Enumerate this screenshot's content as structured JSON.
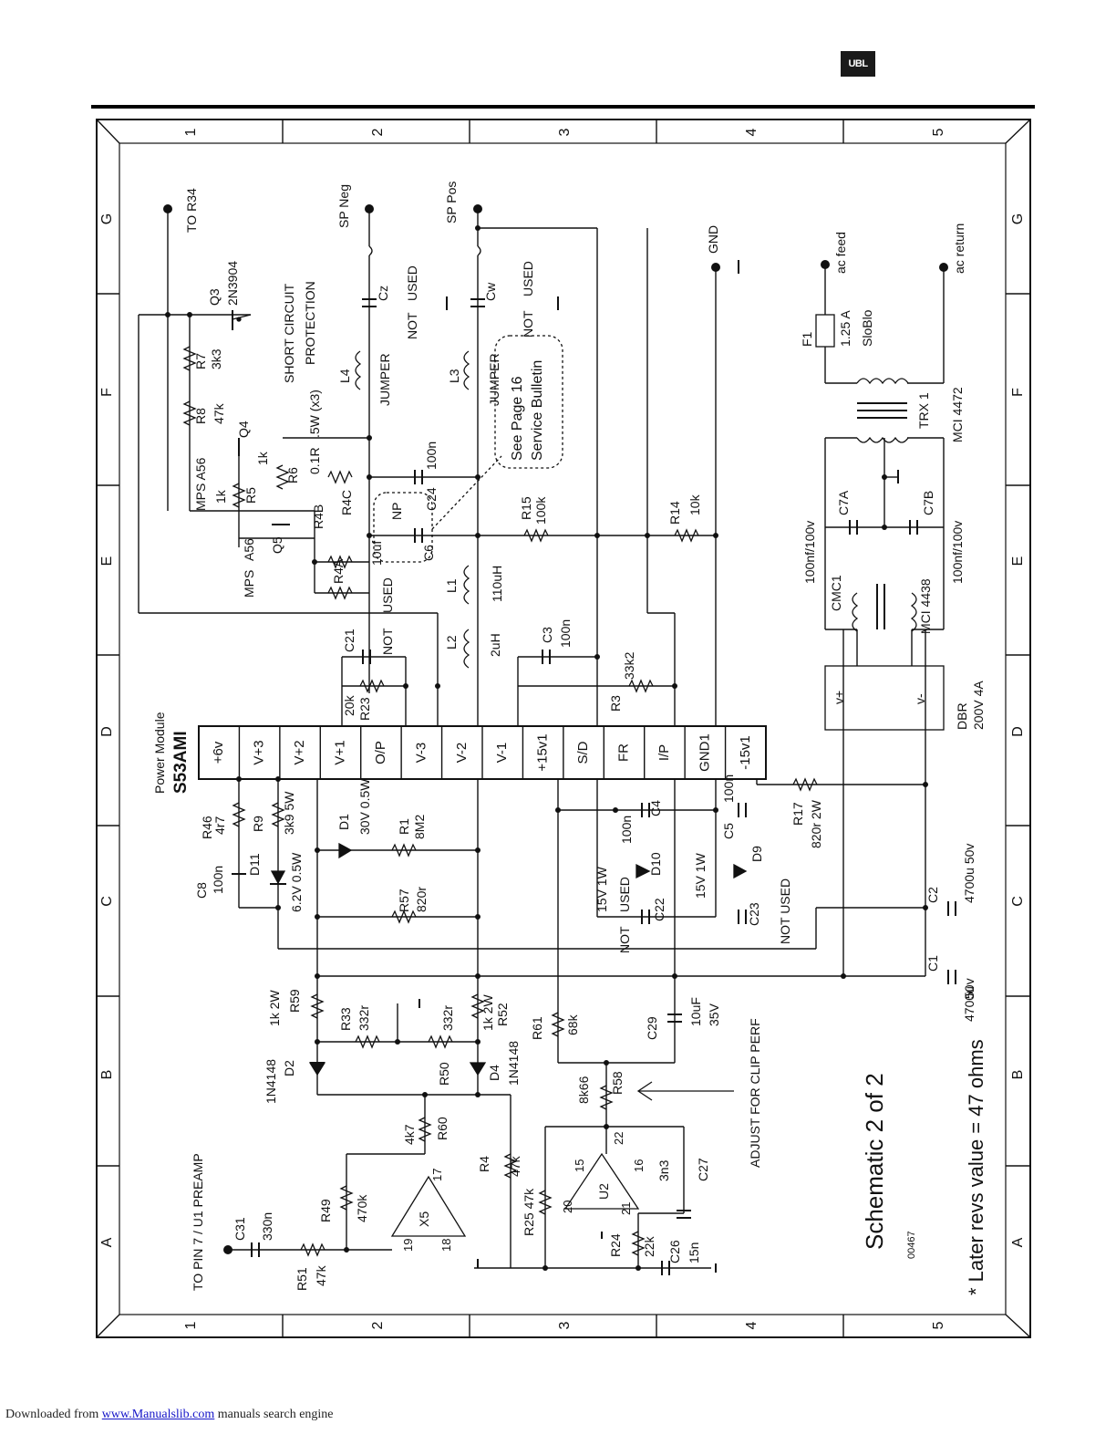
{
  "header": {
    "logo": "UBL"
  },
  "grid": {
    "cols": [
      "1",
      "2",
      "3",
      "4",
      "5"
    ],
    "rows": [
      "G",
      "F",
      "E",
      "D",
      "C",
      "B",
      "A"
    ]
  },
  "module": {
    "caption": "Power Module",
    "name": "S53AMI",
    "pins": [
      "+6v",
      "V+3",
      "V+2",
      "V+1",
      "O/P",
      "V-3",
      "V-2",
      "V-1",
      "+15v1",
      "S/D",
      "FR",
      "I/P",
      "GND1",
      "-15v1"
    ]
  },
  "terminals": {
    "r34": "TO R34",
    "spneg": "SP Neg",
    "sppos": "SP Pos",
    "gnd": "GND",
    "acfeed": "ac feed",
    "acreturn": "ac return",
    "pin7": "TO PIN 7 / U1 PREAMP"
  },
  "labels": {
    "q3": "Q3",
    "q3p": "2N3904",
    "r7": "R7",
    "r7v": "3k3",
    "r8": "R8",
    "r8v": "47k",
    "q4": "Q4",
    "mps1": "MPS A56",
    "r5v": "1k",
    "r5": "R5",
    "r6v": "1k",
    "r6": "R6",
    "scp1": "SHORT CIRCUIT",
    "scp2": "PROTECTION",
    "r01": "0.1R",
    "r05": ".5W (x3)",
    "r4b": "R4B",
    "r4c": "R4C",
    "q5": "Q5",
    "a56": "A56",
    "mps2": "MPS",
    "r4a": "R4A",
    "cz": "Cz",
    "notused1a": "NOT",
    "notused1b": "USED",
    "cw": "Cw",
    "notused2a": "NOT",
    "notused2b": "USED",
    "l4": "L4",
    "jumper1": "JUMPER",
    "l3": "L3",
    "jumper2": "JUMPER",
    "bul1": "See Page 16",
    "bul2": "Service Bulletin",
    "c24": "C24",
    "c24v": "100n",
    "np": "NP",
    "c6": "C6",
    "c6v": "10uf",
    "r15": "R15",
    "r15v": "100k",
    "r14": "R14",
    "r14v": "10k",
    "l1": "L1",
    "l1v": "110uH",
    "l2": "L2",
    "l2v": "2uH",
    "c21": "C21",
    "c21n": "NOT",
    "c21u": "USED",
    "c3": "C3",
    "c3v": "100n",
    "r3": "R3",
    "r3v": "33k2",
    "r23": "R23",
    "r23v": "20k",
    "r46": "R46",
    "r46v": "4r7",
    "r9": "R9",
    "r9v": "3k9 5W",
    "c8": "C8",
    "c8v": "100n",
    "d11": "D11",
    "d11v": "6.2V 0.5W",
    "d1": "D1",
    "d1v": "30V 0.5W",
    "r1": "R1",
    "r1v": "8M2",
    "r57": "R57",
    "r57v": "820r",
    "c4": "C4",
    "c4v": "100n",
    "d10": "D10",
    "d10v": "15V 1W",
    "c22": "C22",
    "c22n": "NOT",
    "c22u": "USED",
    "c5": "C5",
    "c5v": "100n",
    "d9": "D9",
    "d9v": "15V 1W",
    "c23": "C23",
    "c23n": "NOT USED",
    "r17": "R17",
    "r17v": "820r 2W",
    "c2": "C2",
    "c2v": "4700u 50v",
    "c1": "C1",
    "c1v": "50v",
    "c1v2": "4700u",
    "r59": "R59",
    "r59v": "1k 2W",
    "r33": "R33",
    "r33v": "332r",
    "r50": "R50",
    "r50v": "332r",
    "r52": "R52",
    "r52v": "1k 2W",
    "d2": "D2",
    "d2v": "1N4148",
    "d4": "D4",
    "d4v": "1N4148",
    "r61": "R61",
    "r61v": "68k",
    "c29": "C29",
    "c29v": "10uF",
    "c29v2": "35V",
    "r58": "R58",
    "r58v": "8k66",
    "clip": "ADJUST FOR CLIP PERF",
    "r60": "R60",
    "r60v": "4k7",
    "r4": "R4",
    "r4v": "47k",
    "c31": "C31",
    "c31v": "330n",
    "r49": "R49",
    "r49v": "470k",
    "r51": "R51",
    "r51v": "47k",
    "x5": "X5",
    "p17": "17",
    "p18": "18",
    "p19": "19",
    "r25": "R25 47k",
    "u2": "U2",
    "p15": "15",
    "p16": "16",
    "p20": "20",
    "p21": "21",
    "p22": "22",
    "c27": "C27",
    "c27v": "3n3",
    "r24": "R24",
    "r24v": "22k",
    "c26": "C26",
    "c26v": "15n",
    "f1": "F1",
    "f1v": "1.25 A",
    "f1t": "SloBlo",
    "trx": "TRX 1",
    "mci1": "MCI 4472",
    "c7a": "C7A",
    "c7b": "C7B",
    "c7av": "100nf/100v",
    "c7bv": "100nf/100v",
    "cmc": "CMC1",
    "mci2": "MCI 4438",
    "dbr": "DBR",
    "dbrv": "200V 4A",
    "vp": "v+",
    "vm": "v-",
    "title": "Schematic 2 of 2",
    "code": "00467",
    "note": "* Later revs value = 47 ohms"
  },
  "footer": {
    "prefix": "Downloaded from",
    "link": "www.Manualslib.com",
    "suffix": "manuals search engine"
  }
}
